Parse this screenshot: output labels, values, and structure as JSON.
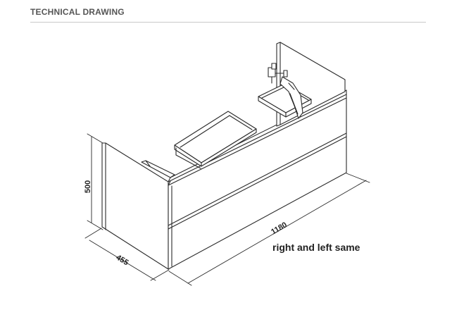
{
  "header": {
    "title": "TECHNICAL DRAWING"
  },
  "dimensions": {
    "height": "500",
    "depth": "455",
    "width": "1180"
  },
  "note": "right and left same",
  "colors": {
    "line": "#2a2a2a",
    "header_text": "#555555",
    "rule": "#c9c9c9"
  }
}
